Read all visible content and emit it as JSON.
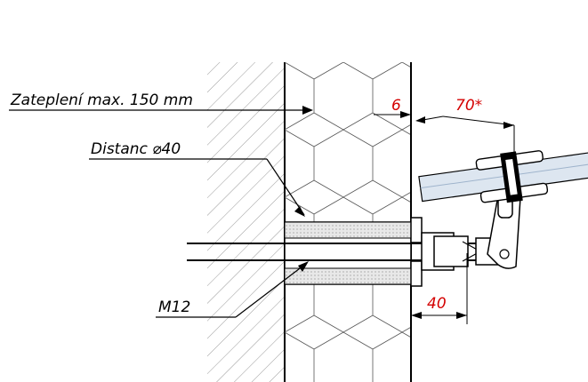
{
  "drawing": {
    "labels": {
      "insulation": "Zateplení max. 150 mm",
      "spacer": "Distanc ⌀40",
      "bolt": "M12"
    },
    "dimensions": {
      "gap": "6",
      "offset_top": "70*",
      "offset_bottom": "40"
    },
    "colors": {
      "ink": "#000000",
      "dimension": "#d40000",
      "glass": "#dde6f0",
      "hatch": "#9a9a9a"
    }
  }
}
